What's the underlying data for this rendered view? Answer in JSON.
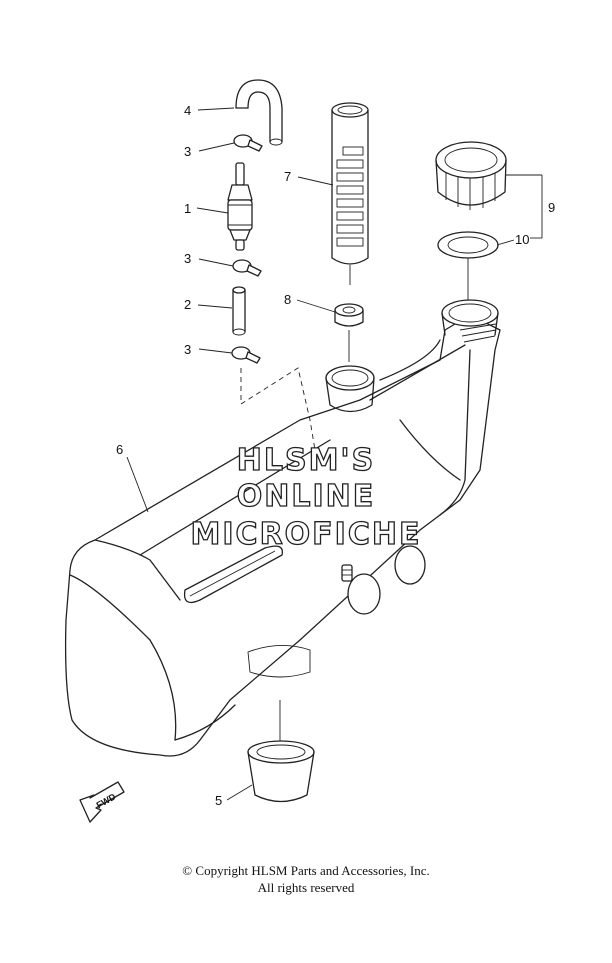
{
  "callouts": {
    "c1": "1",
    "c2": "2",
    "c3a": "3",
    "c3b": "3",
    "c3c": "3",
    "c4": "4",
    "c5": "5",
    "c6": "6",
    "c7": "7",
    "c8": "8",
    "c9": "9",
    "c10": "10"
  },
  "watermark": {
    "line1": "HLSM'S",
    "line2": "ONLINE",
    "line3": "MICROFICHE"
  },
  "fwd_label": "FWD",
  "copyright": {
    "line1": "© Copyright HLSM Parts and Accessories, Inc.",
    "line2": "All rights reserved"
  },
  "colors": {
    "line": "#222222",
    "background": "#ffffff"
  }
}
